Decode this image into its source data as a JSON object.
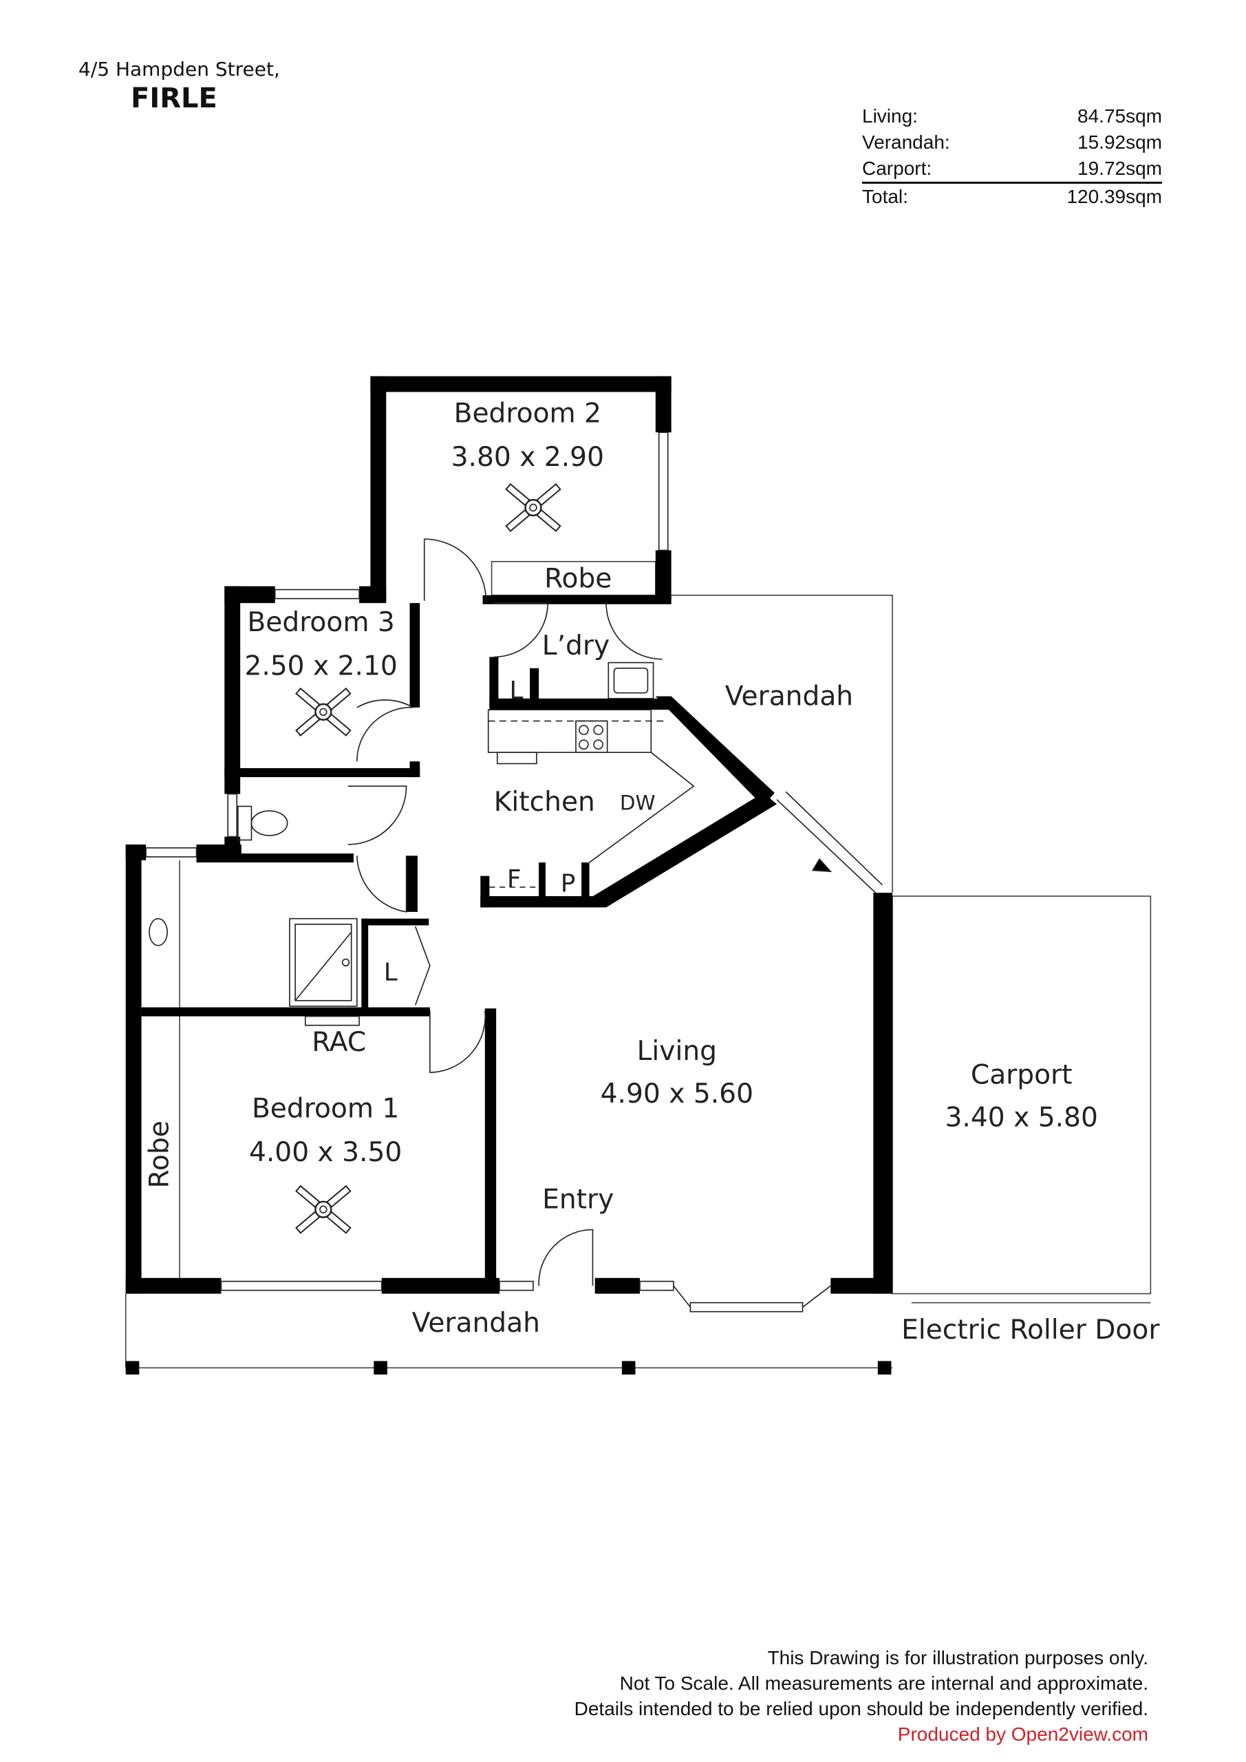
{
  "header": {
    "address": "4/5 Hampden Street,",
    "suburb": "FIRLE"
  },
  "areas": [
    {
      "label": "Living:",
      "value": "84.75sqm"
    },
    {
      "label": "Verandah:",
      "value": "15.92sqm"
    },
    {
      "label": "Carport:",
      "value": "19.72sqm"
    }
  ],
  "total": {
    "label": "Total:",
    "value": "120.39sqm"
  },
  "rooms": {
    "bedroom2": {
      "name": "Bedroom 2",
      "dims": "3.80 x 2.90"
    },
    "bedroom3": {
      "name": "Bedroom 3",
      "dims": "2.50 x 2.10"
    },
    "bedroom1": {
      "name": "Bedroom 1",
      "dims": "4.00 x 3.50"
    },
    "living": {
      "name": "Living",
      "dims": "4.90 x 5.60"
    },
    "carport": {
      "name": "Carport",
      "dims": "3.40 x 5.80"
    },
    "robe_b2": "Robe",
    "robe_b1": "Robe",
    "laundry": "L’dry",
    "linen1": "L",
    "linen2": "L",
    "kitchen": "Kitchen",
    "dishwasher": "DW",
    "fridge": "F",
    "pantry": "P",
    "verandah_side": "Verandah",
    "verandah_front": "Verandah",
    "rac": "RAC",
    "entry": "Entry",
    "roller_door": "Electric Roller Door"
  },
  "disclaimer": {
    "line1": "This Drawing is for illustration purposes only.",
    "line2": "Not To Scale. All measurements are internal and approximate.",
    "line3": "Details intended to be relied upon should be independently verified.",
    "producer": "Produced by Open2view.com"
  }
}
